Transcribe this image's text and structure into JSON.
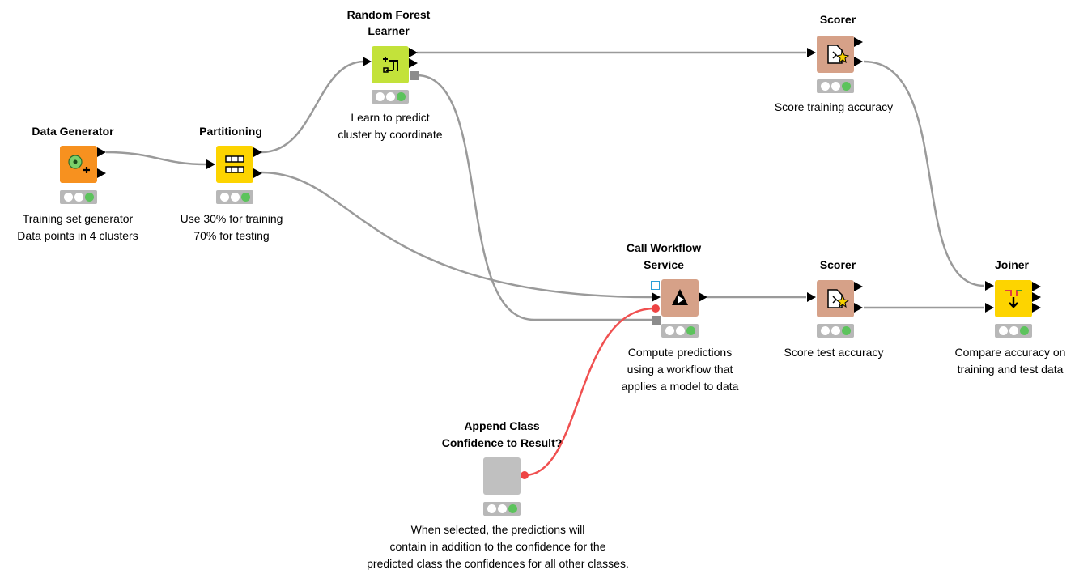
{
  "nodes": {
    "data_generator": {
      "title": "Data Generator",
      "desc_line1": "Training set generator",
      "desc_line2": "Data points in 4 clusters",
      "color": "#f7911f"
    },
    "partitioning": {
      "title": "Partitioning",
      "desc_line1": "Use 30% for training",
      "desc_line2": "70% for testing",
      "color": "#fdd400"
    },
    "rf_learner": {
      "title_line1": "Random Forest",
      "title_line2": "Learner",
      "desc_line1": "Learn to predict",
      "desc_line2": "cluster by coordinate",
      "color": "#c3e23a"
    },
    "scorer_train": {
      "title": "Scorer",
      "desc_line1": "Score training accuracy",
      "color": "#d6a188"
    },
    "call_workflow": {
      "title_line1": "Call Workflow",
      "title_line2": "Service",
      "desc_line1": "Compute predictions",
      "desc_line2": "using a workflow that",
      "desc_line3": "applies a model to data",
      "color": "#d6a188"
    },
    "scorer_test": {
      "title": "Scorer",
      "desc_line1": "Score test accuracy",
      "color": "#d6a188"
    },
    "joiner": {
      "title": "Joiner",
      "desc_line1": "Compare accuracy on",
      "desc_line2": "training and test data",
      "color": "#fdd400"
    },
    "append_class": {
      "title_line1": "Append Class",
      "title_line2": "Confidence to Result?",
      "desc_line1": "When  selected, the predictions will",
      "desc_line2": "contain in addition to the confidence for the",
      "desc_line3": "predicted class the confidences for all other classes.",
      "color": "#c0c0c0"
    }
  },
  "colors": {
    "connection": "#9a9a9a",
    "flow_variable_connection": "#f05050",
    "status_green": "#5cc35c"
  }
}
